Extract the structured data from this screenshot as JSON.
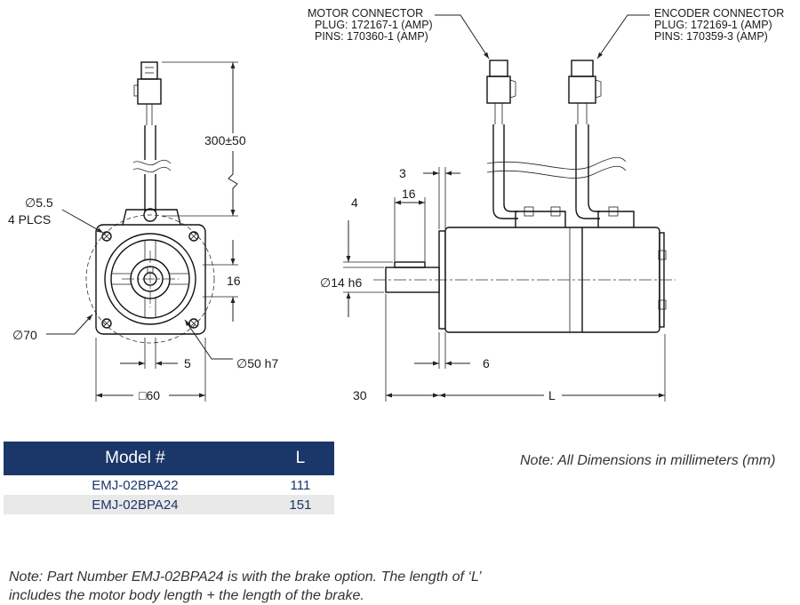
{
  "connectors": {
    "motor": {
      "title": "MOTOR CONNECTOR",
      "plug": "PLUG: 172167-1 (AMP)",
      "pins": "PINS: 170360-1 (AMP)"
    },
    "encoder": {
      "title": "ENCODER CONNECTOR",
      "plug": "PLUG: 172169-1 (AMP)",
      "pins": "PINS: 170359-3 (AMP)"
    }
  },
  "front_view": {
    "cable_length": "300±50",
    "hole_dia": "∅5.5",
    "hole_count": "4 PLCS",
    "bolt_circle": "∅70",
    "key_height": "16",
    "key_width": "5",
    "pilot_dia": "∅50 h7",
    "flange_square": "□60"
  },
  "side_view": {
    "flange_thickness": "3",
    "key_length": "16",
    "key_depth": "4",
    "shaft_dia": "∅14 h6",
    "pilot_length": "6",
    "shaft_length": "30",
    "body_length": "L"
  },
  "table": {
    "headers": [
      "Model #",
      "L"
    ],
    "rows": [
      [
        "EMJ-02BPA22",
        "111"
      ],
      [
        "EMJ-02BPA24",
        "151"
      ]
    ]
  },
  "notes": {
    "dimensions": "Note: All Dimensions in millimeters (mm)",
    "brake": "Note: Part Number EMJ-02BPA24 is with the brake option. The length of ‘L’ includes the motor body length + the length of the brake."
  }
}
